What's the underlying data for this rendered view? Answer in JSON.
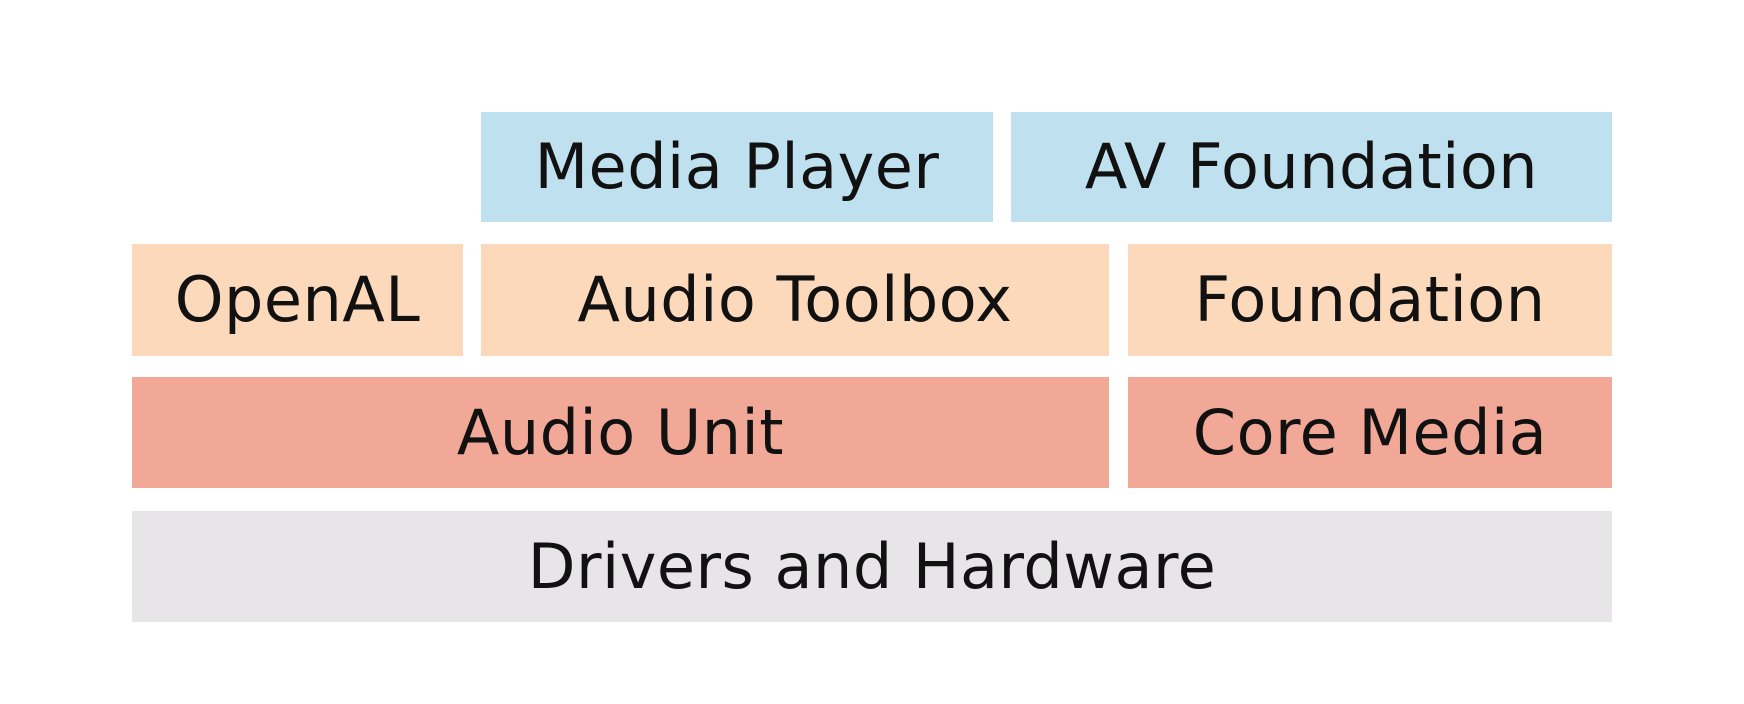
{
  "diagram": {
    "layers": {
      "application": {
        "color": "#bfe1ef",
        "blocks": {
          "media_player": "Media Player",
          "av_foundation": "AV Foundation"
        }
      },
      "middle": {
        "color": "#fcd9bb",
        "blocks": {
          "openal": "OpenAL",
          "audio_toolbox": "Audio Toolbox",
          "foundation": "Foundation"
        }
      },
      "low_level": {
        "color": "#f2a897",
        "blocks": {
          "audio_unit": "Audio Unit",
          "core_media": "Core Media"
        }
      },
      "hardware": {
        "color": "#e7e5e8",
        "blocks": {
          "drivers_and_hardware": "Drivers and Hardware"
        }
      }
    }
  }
}
